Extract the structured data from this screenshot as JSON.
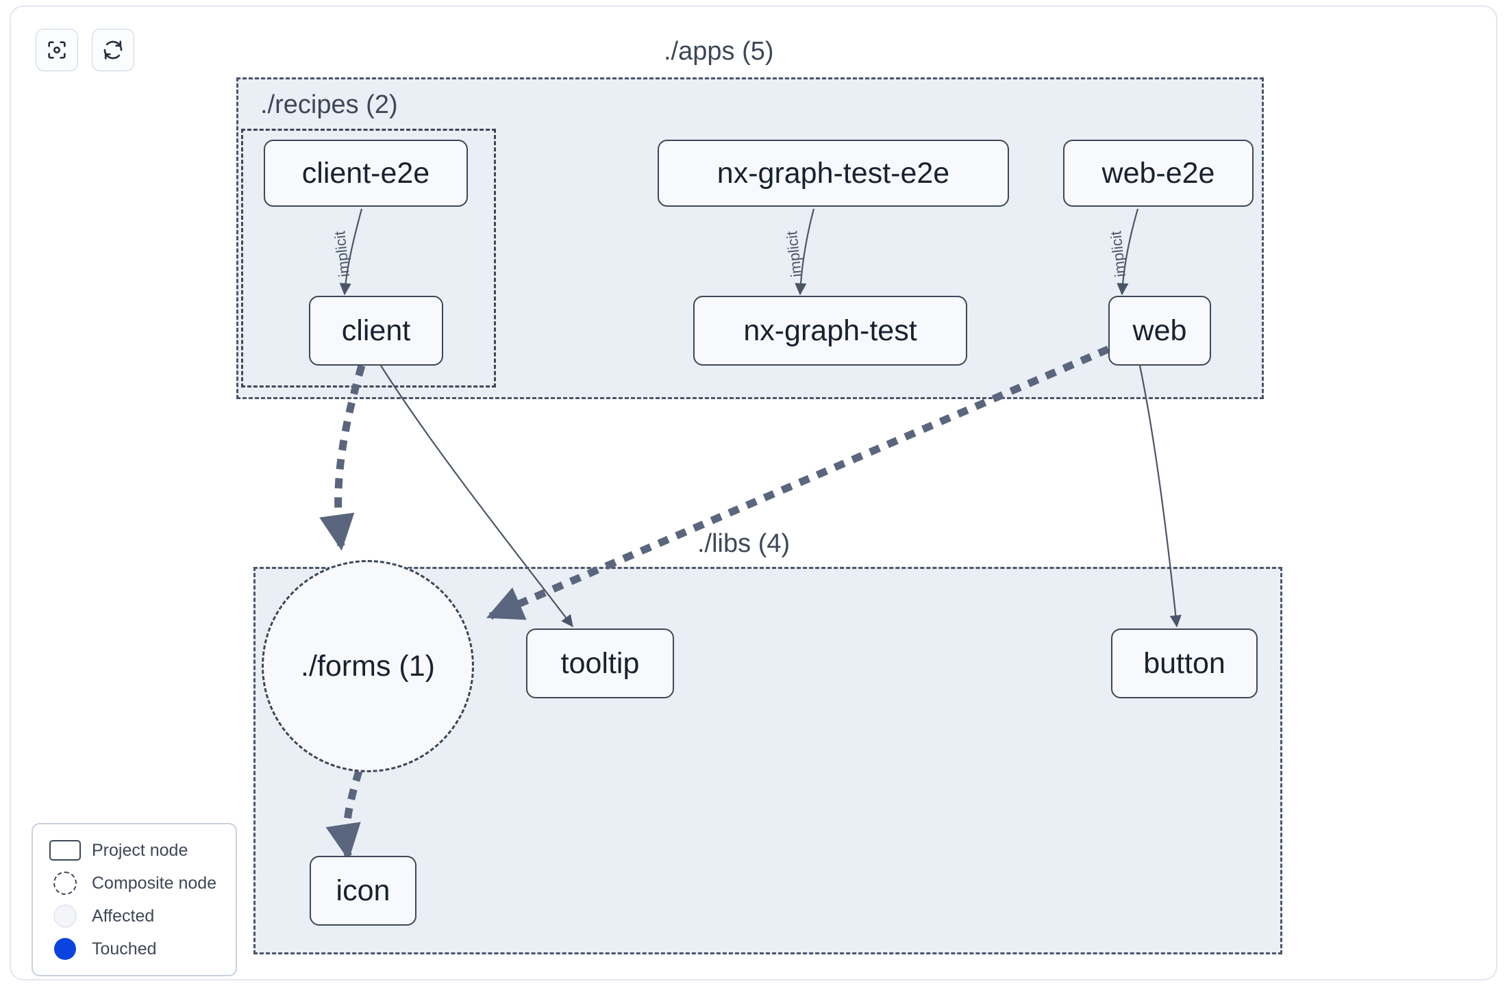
{
  "toolbar": {
    "buttons": [
      {
        "name": "focus-graph-button",
        "icon": "focus-target-icon",
        "label": "Focus graph"
      },
      {
        "name": "refresh-graph-button",
        "icon": "refresh-icon",
        "label": "Refresh graph"
      }
    ]
  },
  "graph": {
    "groups": [
      {
        "id": "apps",
        "label": "./apps (5)"
      },
      {
        "id": "recipes",
        "label": "./recipes (2)"
      },
      {
        "id": "libs",
        "label": "./libs (4)"
      }
    ],
    "nodes": [
      {
        "id": "client-e2e",
        "label": "client-e2e",
        "type": "project",
        "group": "recipes"
      },
      {
        "id": "client",
        "label": "client",
        "type": "project",
        "group": "recipes"
      },
      {
        "id": "nx-graph-test-e2e",
        "label": "nx-graph-test-e2e",
        "type": "project",
        "group": "apps"
      },
      {
        "id": "nx-graph-test",
        "label": "nx-graph-test",
        "type": "project",
        "group": "apps"
      },
      {
        "id": "web-e2e",
        "label": "web-e2e",
        "type": "project",
        "group": "apps"
      },
      {
        "id": "web",
        "label": "web",
        "type": "project",
        "group": "apps"
      },
      {
        "id": "forms",
        "label": "./forms (1)",
        "type": "composite",
        "group": "libs"
      },
      {
        "id": "tooltip",
        "label": "tooltip",
        "type": "project",
        "group": "libs"
      },
      {
        "id": "button",
        "label": "button",
        "type": "project",
        "group": "libs"
      },
      {
        "id": "icon",
        "label": "icon",
        "type": "project",
        "group": "libs"
      }
    ],
    "edges": [
      {
        "from": "client-e2e",
        "to": "client",
        "label": "implicit",
        "style": "thin-solid"
      },
      {
        "from": "nx-graph-test-e2e",
        "to": "nx-graph-test",
        "label": "implicit",
        "style": "thin-solid"
      },
      {
        "from": "web-e2e",
        "to": "web",
        "label": "implicit",
        "style": "thin-solid"
      },
      {
        "from": "client",
        "to": "forms",
        "label": "",
        "style": "thick-dashed"
      },
      {
        "from": "client",
        "to": "tooltip",
        "label": "",
        "style": "thin-solid"
      },
      {
        "from": "web",
        "to": "forms",
        "label": "",
        "style": "thick-dashed"
      },
      {
        "from": "web",
        "to": "button",
        "label": "",
        "style": "thin-solid"
      },
      {
        "from": "forms",
        "to": "icon",
        "label": "",
        "style": "thick-dashed"
      }
    ]
  },
  "legend": {
    "items": [
      {
        "swatch": "project-node-swatch",
        "label": "Project node"
      },
      {
        "swatch": "composite-node-swatch",
        "label": "Composite node"
      },
      {
        "swatch": "affected-swatch",
        "label": "Affected"
      },
      {
        "swatch": "touched-swatch",
        "label": "Touched"
      }
    ]
  },
  "colors": {
    "node_border": "#3d4757",
    "node_fill": "#f8f9fc",
    "group_fill": "#eaeef5",
    "edge": "#4a5568",
    "touched": "#0b43e0",
    "panel_border": "#e2e6ef"
  }
}
